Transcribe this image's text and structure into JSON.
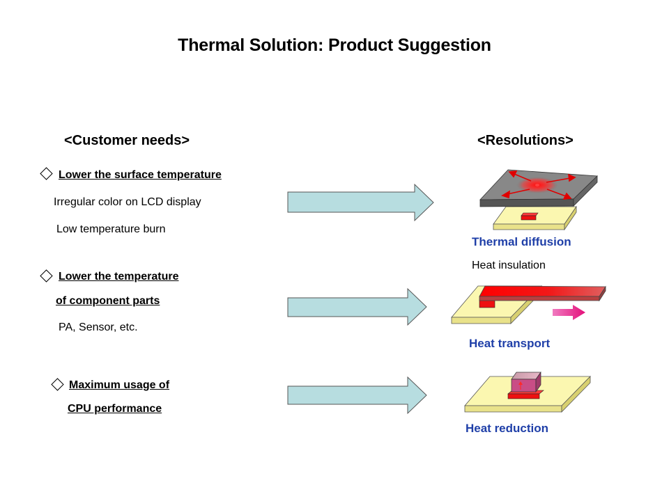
{
  "title": "Thermal Solution: Product Suggestion",
  "headings": {
    "needs": "<Customer needs>",
    "resolutions": "<Resolutions>"
  },
  "needs": [
    {
      "label_lines": [
        "Lower the surface temperature"
      ],
      "details": [
        "Irregular color on LCD display",
        "Low temperature burn"
      ]
    },
    {
      "label_lines": [
        "Lower the temperature",
        "of component parts"
      ],
      "details": [
        "PA, Sensor, etc."
      ]
    },
    {
      "label_lines": [
        "Maximum usage of ",
        "CPU performance"
      ],
      "details": []
    }
  ],
  "resolutions": [
    {
      "label": "Thermal diffusion",
      "sub": "Heat insulation"
    },
    {
      "label": "Heat transport"
    },
    {
      "label": "Heat reduction"
    }
  ],
  "colors": {
    "arrow_fill": "#b7dde0",
    "arrow_stroke": "#555555",
    "board_yellow": "#fbf7b0",
    "chip_red": "#ee1111",
    "plate_gray": "#8a8a8a",
    "resolution_blue": "#1f3fa8",
    "transport_arrow_pink": "#e8399a"
  }
}
